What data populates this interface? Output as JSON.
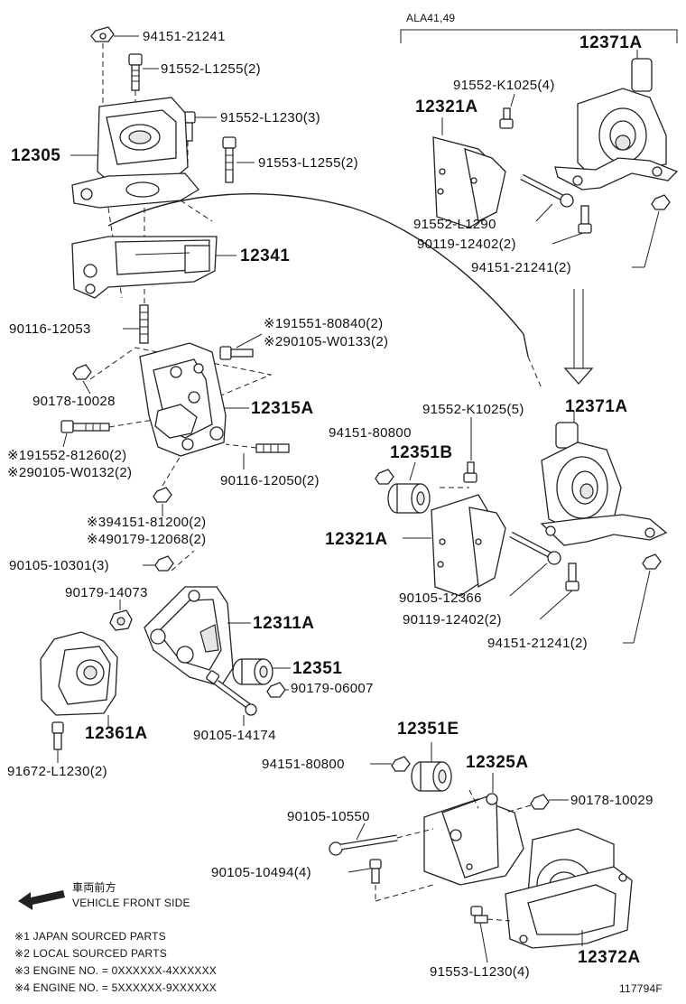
{
  "model_tag": "ALA41,49",
  "doc_number": "117794F",
  "direction": {
    "japanese": "車両前方",
    "english": "VEHICLE FRONT SIDE"
  },
  "legend": [
    "※1 JAPAN SOURCED PARTS",
    "※2 LOCAL SOURCED PARTS",
    "※3 ENGINE NO. = 0XXXXXX-4XXXXXX",
    "※4 ENGINE NO. = 5XXXXXX-9XXXXXX"
  ],
  "callouts": {
    "nut_top": "94151-21241",
    "bolt_a": "91552-L1255(2)",
    "bolt_b": "91552-L1230(3)",
    "bolt_c": "91553-L1255(2)",
    "mount_12305": "12305",
    "bracket_12341": "12341",
    "stud_12053": "90116-12053",
    "note1_bolt": "※191551-80840(2)",
    "note2_bolt": "※290105-W0133(2)",
    "nut_10028": "90178-10028",
    "bracket_12315A": "12315A",
    "note1_bolt81260": "※191552-81260(2)",
    "note2_boltW0132": "※290105-W0132(2)",
    "stud_12050": "90116-12050(2)",
    "note3_nut": "※394151-81200(2)",
    "note4_nut": "※490179-12068(2)",
    "bolt_10301": "90105-10301(3)",
    "nut_14073": "90179-14073",
    "bracket_12311A": "12311A",
    "bush_12351": "12351",
    "nut_06007": "90179-06007",
    "mount_12361A": "12361A",
    "bolt_14174": "90105-14174",
    "bolt_L1230": "91672-L1230(2)",
    "ur_bolt_k1025_4": "91552-K1025(4)",
    "ur_bracket_12321A": "12321A",
    "ur_mount_12371A": "12371A",
    "ur_bolt_L1290": "91552-L1290",
    "ur_bolt_12402": "90119-12402(2)",
    "ur_nut_21241": "94151-21241(2)",
    "mr_bolt_k1025_5": "91552-K1025(5)",
    "mr_mount_12371A": "12371A",
    "mr_nut_80800": "94151-80800",
    "mr_bush_12351B": "12351B",
    "mr_bracket_12321A": "12321A",
    "mr_bolt_12366": "90105-12366",
    "mr_bolt_12402": "90119-12402(2)",
    "mr_nut_21241": "94151-21241(2)",
    "br_bush_12351E": "12351E",
    "br_nut_80800": "94151-80800",
    "br_bracket_12325A": "12325A",
    "br_nut_10029": "90178-10029",
    "br_bolt_10550": "90105-10550",
    "br_bolt_10494": "90105-10494(4)",
    "br_bolt_L1230_4": "91553-L1230(4)",
    "br_mount_12372A": "12372A"
  }
}
